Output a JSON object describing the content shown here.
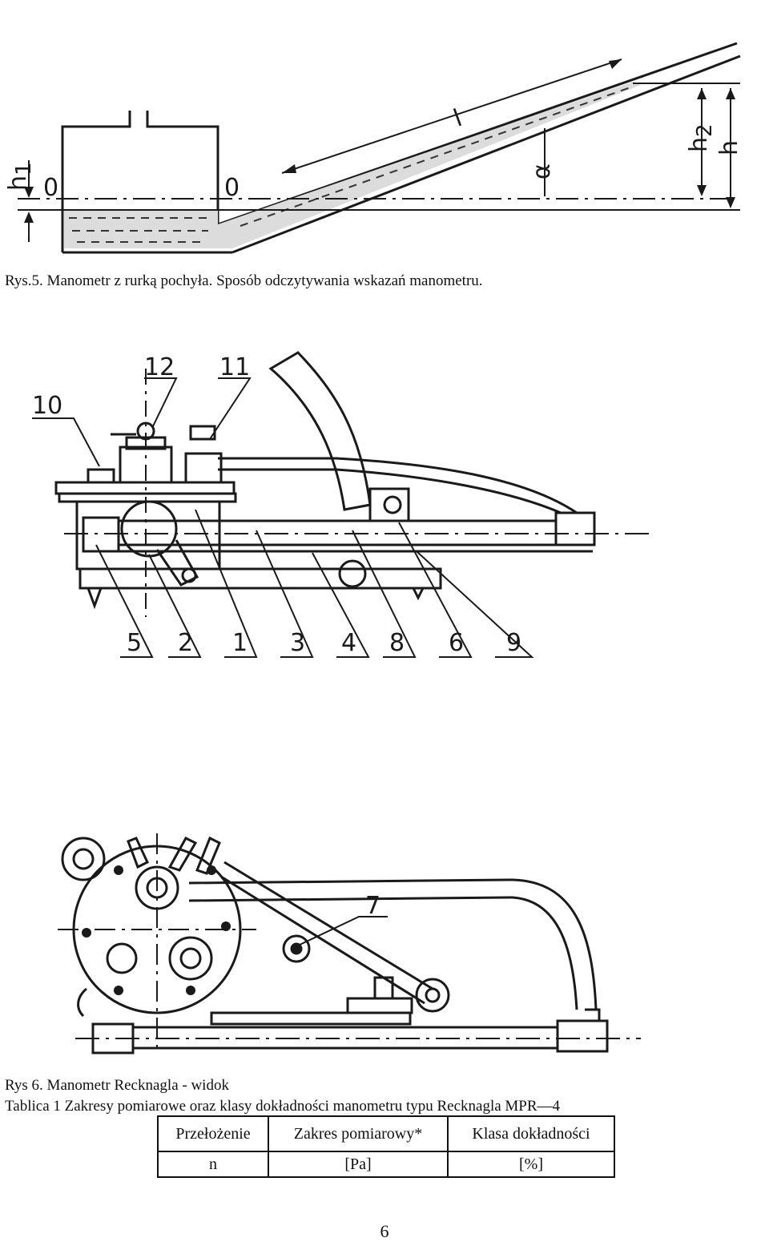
{
  "figure5": {
    "caption": "Rys.5. Manometr z rurką pochyła. Sposób odczytywania wskazań manometru.",
    "labels": {
      "h1": "h",
      "h1_sub": "1",
      "zero_left": "0",
      "zero_right": "0",
      "l": "l",
      "alpha": "α",
      "h2": "h",
      "h2_sub": "2",
      "h": "h"
    }
  },
  "figure6a": {
    "labels": [
      "10",
      "12",
      "11",
      "5",
      "2",
      "1",
      "3",
      "4",
      "8",
      "6",
      "9"
    ]
  },
  "figure6b": {
    "label_7": "7",
    "caption": "Rys 6. Manometr Recknagla - widok"
  },
  "table1": {
    "title": "Tablica 1 Zakresy pomiarowe oraz klasy dokładności manometru typu Recknagla MPR—4",
    "headers": [
      "Przełożenie",
      "Zakres pomiarowy*",
      "Klasa dokładności"
    ],
    "units": [
      "n",
      "[Pa]",
      "[%]"
    ]
  },
  "page_number": "6"
}
